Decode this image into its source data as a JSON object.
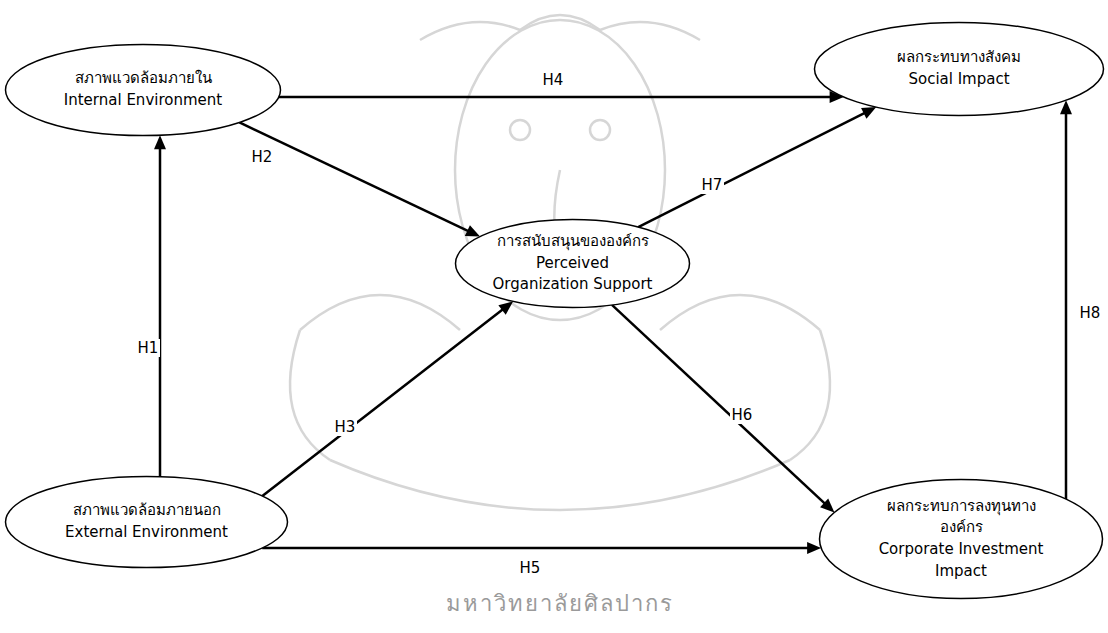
{
  "diagram": {
    "nodes": [
      {
        "text": [
          "สภาพแวดล้อมภายใน",
          "Internal Environment"
        ]
      },
      {
        "text": [
          "ผลกระทบทางสังคม",
          "Social Impact"
        ]
      },
      {
        "text": [
          "การสนับสนุนขององค์กร",
          "Perceived Organization Support"
        ]
      },
      {
        "text": [
          "สภาพแวดล้อมภายนอก",
          "External Environment"
        ]
      },
      {
        "text": [
          "ผลกระทบการลงทุนทาง องค์กร",
          "Corporate Investment Impact"
        ]
      }
    ],
    "edges": [
      {
        "from": 3,
        "to": 0,
        "label": "H1",
        "arrow": "to"
      },
      {
        "from": 0,
        "to": 2,
        "label": "H2",
        "arrow": "to"
      },
      {
        "from": 3,
        "to": 2,
        "label": "H3",
        "arrow": "to"
      },
      {
        "from": 0,
        "to": 1,
        "label": "H4",
        "arrow": "to"
      },
      {
        "from": 3,
        "to": 4,
        "label": "H5",
        "arrow": "to"
      },
      {
        "from": 2,
        "to": 4,
        "label": "H6",
        "arrow": "to"
      },
      {
        "from": 2,
        "to": 1,
        "label": "H7",
        "arrow": "to"
      },
      {
        "from": 4,
        "to": 1,
        "label": "H8",
        "arrow": "to"
      }
    ],
    "labels": [
      "มหาวิทยาลัยศิลปากร"
    ]
  }
}
